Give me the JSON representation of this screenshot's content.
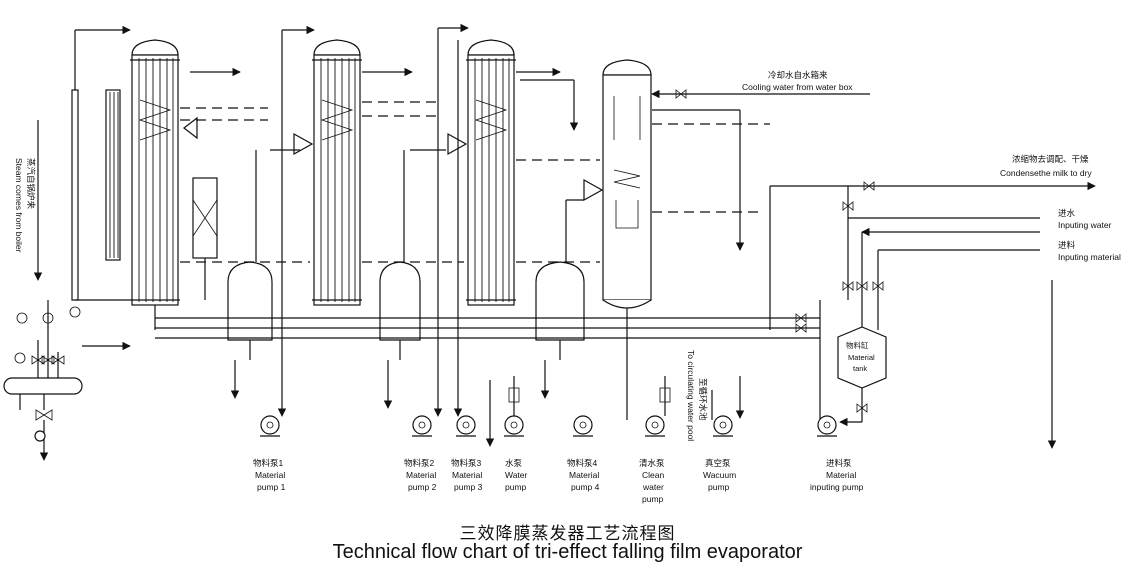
{
  "title": {
    "cn": "三效降膜蒸发器工艺流程图",
    "en": "Technical flow chart of tri-effect falling film evaporator"
  },
  "labels": {
    "cooling_water": {
      "cn": "冷却水自水箱来",
      "en": "Cooling water from water box"
    },
    "condense_out": {
      "cn": "浓缩物去调配、干燥",
      "en": "Condensethe milk to dry"
    },
    "inputing_water": {
      "cn": "进水",
      "en": "Inputing water"
    },
    "inputing_material": {
      "cn": "进料",
      "en": "Inputing material"
    },
    "steam_in": {
      "cn": "蒸汽自锅炉来",
      "en": "Steam comes from boiler"
    },
    "circulating_pool": {
      "cn": "至循环水池",
      "en": "To circulating water pool"
    },
    "material_tank": {
      "cn": "物料缸",
      "en1": "Material",
      "en2": "tank"
    }
  },
  "pumps": [
    {
      "cn": "物料泵1",
      "en1": "Material",
      "en2": "pump 1"
    },
    {
      "cn": "物料泵2",
      "en1": "Material",
      "en2": "pump 2"
    },
    {
      "cn": "物料泵3",
      "en1": "Material",
      "en2": "pump 3"
    },
    {
      "cn": "水泵",
      "en1": "Water",
      "en2": "pump"
    },
    {
      "cn": "物料泵4",
      "en1": "Material",
      "en2": "pump 4"
    },
    {
      "cn": "清水泵",
      "en1": "Clean",
      "en2": "water",
      "en3": "pump"
    },
    {
      "cn": "真空泵",
      "en1": "Wacuum",
      "en2": "pump"
    },
    {
      "cn": "进料泵",
      "en1": "Material",
      "en2": "inputing pump"
    }
  ]
}
